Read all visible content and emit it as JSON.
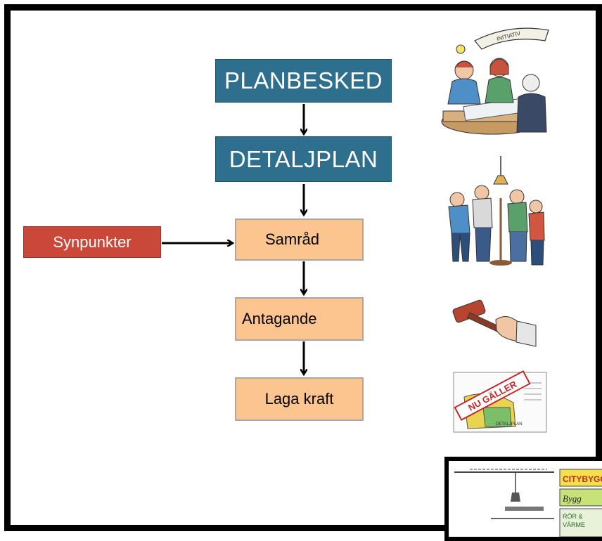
{
  "nodes": {
    "planbesked": "PLANBESKED",
    "detaljplan": "DETALJPLAN",
    "samrad": "Samråd",
    "antagande": "Antagande",
    "laga_kraft": "Laga kraft",
    "synpunkter": "Synpunkter"
  },
  "illustrations": {
    "initiative_sign": "INITIATIV",
    "stamp": "NU GÄLLER",
    "plan_caption": "DETALJPLAN",
    "signs": [
      "CITYBYGG",
      "Bygg",
      "RÖR &",
      "VÄRME"
    ]
  },
  "colors": {
    "blue": "#2e6f8e",
    "orange": "#fcc58f",
    "red": "#c9483a"
  }
}
